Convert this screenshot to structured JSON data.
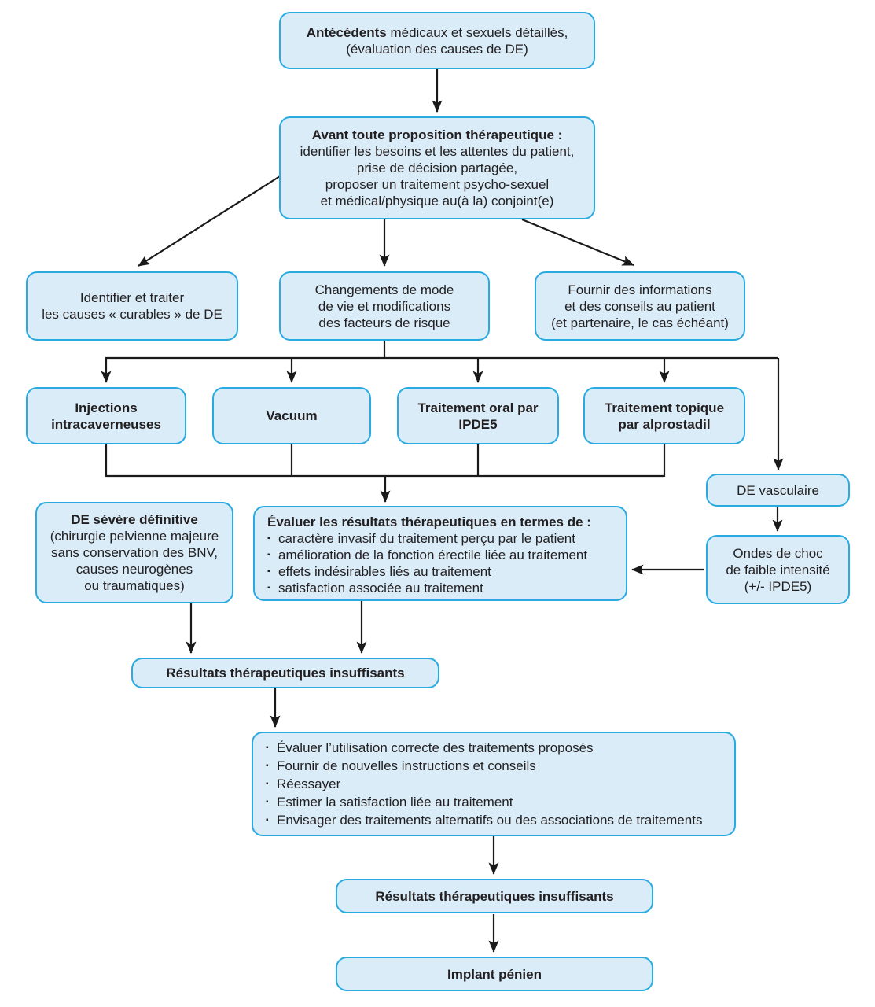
{
  "boxes": {
    "antecedents": {
      "bold": "Antécédents",
      "rest": " médicaux et sexuels détaillés,",
      "line2": "(évaluation des causes de DE)"
    },
    "avant": {
      "title": "Avant toute proposition thérapeutique :",
      "body": "identifier les besoins et les attentes du patient,\nprise de décision partagée,\nproposer un traitement psycho-sexuel\net médical/physique au(à la) conjoint(e)"
    },
    "identifier": {
      "text": "Identifier et traiter\nles causes « curables » de DE"
    },
    "changements": {
      "text": "Changements de mode\nde vie et modifications\ndes facteurs de risque"
    },
    "fournir": {
      "text": "Fournir des informations\net des conseils au patient\n(et partenaire, le cas échéant)"
    },
    "injections": {
      "text": "Injections\nintracaverneuses"
    },
    "vacuum": {
      "text": "Vacuum"
    },
    "oral": {
      "text": "Traitement oral par\nIPDE5"
    },
    "topique": {
      "text": "Traitement topique\npar alprostadil"
    },
    "vasculaire": {
      "text": "DE vasculaire"
    },
    "ondes": {
      "text": "Ondes de choc\nde faible intensité\n(+/- IPDE5)"
    },
    "severe": {
      "title": "DE sévère définitive",
      "body": "(chirurgie pelvienne majeure\nsans conservation des BNV,\ncauses neurogènes\nou traumatiques)"
    },
    "evaluer": {
      "title": "Évaluer les résultats thérapeutiques en termes de :",
      "items": [
        "caractère invasif du traitement perçu par le patient",
        "amélioration de la fonction érectile liée au traitement",
        "effets indésirables liés au traitement",
        "satisfaction associée au traitement"
      ]
    },
    "resultats1": {
      "text": "Résultats thérapeutiques insuffisants"
    },
    "actions": {
      "items": [
        "Évaluer l’utilisation correcte des traitements proposés",
        "Fournir de nouvelles instructions et conseils",
        "Réessayer",
        "Estimer la satisfaction liée au traitement",
        "Envisager des traitements alternatifs ou des associations de traitements"
      ]
    },
    "resultats2": {
      "text": "Résultats thérapeutiques insuffisants"
    },
    "implant": {
      "text": "Implant pénien"
    }
  },
  "colors": {
    "box_fill": "#d9ecf8",
    "box_border": "#29abe2",
    "text": "#231f20",
    "arrow": "#1a1a1a"
  }
}
